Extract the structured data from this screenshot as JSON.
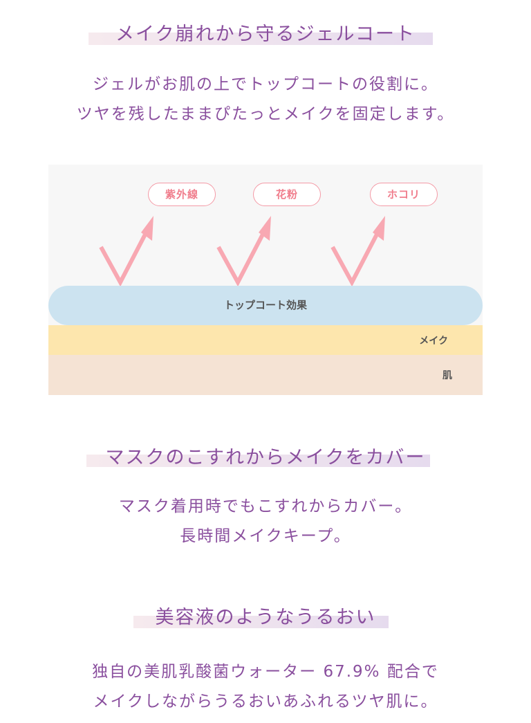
{
  "section1": {
    "heading": "メイク崩れから守るジェルコート",
    "lines": [
      "ジェルがお肌の上でトップコートの役割に。",
      "ツヤを残したままぴたっとメイクを固定します。"
    ]
  },
  "diagram": {
    "tags": [
      "紫外線",
      "花粉",
      "ホコリ"
    ],
    "topcoat_label": "トップコート効果",
    "makeup_label": "メイク",
    "skin_label": "肌",
    "colors": {
      "arrow": "#f8a8b2",
      "topcoat": "#cce3f0",
      "makeup": "#fde6ad",
      "skin": "#f5e3d4"
    }
  },
  "section2": {
    "heading": "マスクのこすれからメイクをカバー",
    "lines": [
      "マスク着用時でもこすれからカバー。",
      "長時間メイクキープ。"
    ]
  },
  "section3": {
    "heading": "美容液のようなうるおい",
    "lines": [
      "独自の美肌乳酸菌ウォーター 67.9% 配合で",
      "メイクしながらうるおいあふれるツヤ肌に。"
    ]
  }
}
